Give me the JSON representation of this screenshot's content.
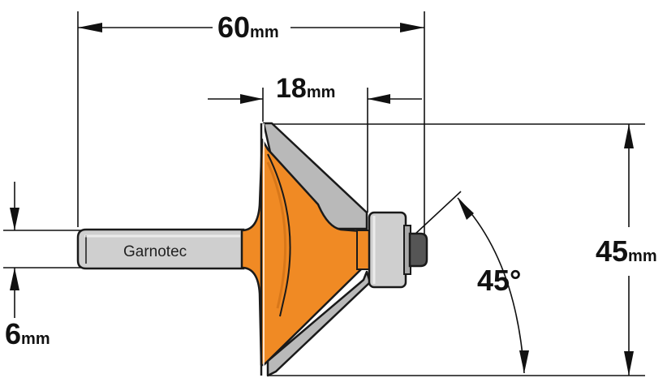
{
  "dimensions": {
    "overall_length": {
      "value": "60",
      "unit": "mm"
    },
    "cutting_width": {
      "value": "18",
      "unit": "mm"
    },
    "cutting_height": {
      "value": "45",
      "unit": "mm"
    },
    "shank_diameter": {
      "value": "6",
      "unit": "mm"
    },
    "angle": "45°"
  },
  "brand": "Garnotec",
  "colors": {
    "body": "#f08a24",
    "body_dark": "#c86a12",
    "edge_grey": "#b9b9b9",
    "shank_grey": "#cfcfcf",
    "outline": "#1a1a1a"
  }
}
